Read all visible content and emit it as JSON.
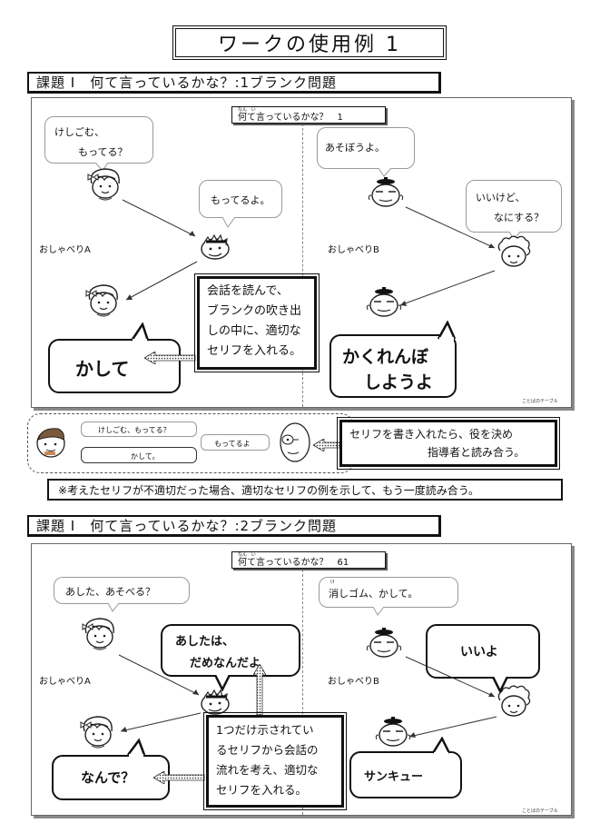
{
  "main_title": "ワークの使用例 1",
  "section1": {
    "heading": "課題 I　何て言っているかな？:1ブランク問題",
    "panel_title": "何て言っているかな？　1",
    "panel_title_ruby": [
      "なん",
      "い"
    ],
    "left": {
      "speaker_label": "おしゃべりA",
      "bubble1_lines": [
        "けしごむ、",
        "もってる？"
      ],
      "bubble2": "もってるよ。",
      "answer": "かして"
    },
    "right": {
      "speaker_label": "おしゃべりB",
      "bubble1": "あそぼうよ。",
      "bubble2_lines": [
        "いいけど、",
        "なにする？"
      ],
      "answer_lines": [
        "かくれんぼ",
        "しようよ"
      ]
    },
    "instruction_lines": [
      "会話を読んで、",
      "ブランクの吹き出",
      "しの中に、適切な",
      "セリフを入れる。"
    ],
    "credit": "ことばのテーブル"
  },
  "roleplay": {
    "bubble_top": "けしごむ、もってる？",
    "bubble_bottom": "かして。",
    "bubble_right": "もってるよ",
    "instruction_lines": [
      "セリフを書き入れたら、役を決め",
      "指導者と読み合う。"
    ]
  },
  "note": "※考えたセリフが不適切だった場合、適切なセリフの例を示して、もう一度読み合う。",
  "section2": {
    "heading": "課題 I　何て言っているかな？:2ブランク問題",
    "panel_title": "何て言っているかな？　61",
    "panel_title_ruby": [
      "なん",
      "い"
    ],
    "left": {
      "speaker_label": "おしゃべりA",
      "bubble1": "あした、あそべる？",
      "bubble2_lines": [
        "あしたは、",
        "だめなんだよ"
      ],
      "answer": "なんで？"
    },
    "right": {
      "speaker_label": "おしゃべりB",
      "bubble1": "消しゴム、かして。",
      "bubble1_ruby": "け",
      "bubble2": "いいよ",
      "answer": "サンキュー"
    },
    "instruction_lines": [
      "1つだけ示されてい",
      "るセリフから会話の",
      "流れを考え、適切な",
      "セリフを入れる。"
    ],
    "credit": "ことばのテーブル"
  },
  "icons": {
    "girl_face": "girl-face-icon",
    "boy_face": "boy-face-icon",
    "elder_face": "elder-face-icon",
    "curly_face": "curly-hair-face-icon",
    "arrow": "dotted-arrow-icon"
  }
}
